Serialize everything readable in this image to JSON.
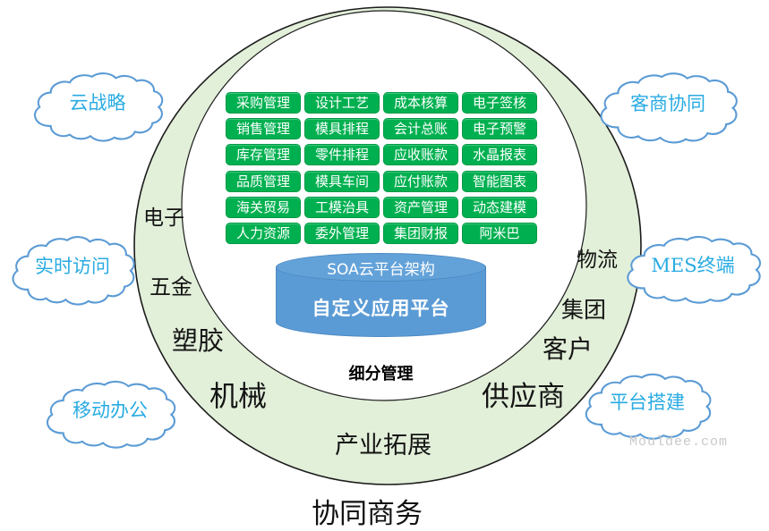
{
  "diagram_title": "协同商务",
  "watermark": "Mouldee.com",
  "platform": {
    "architecture": "SOA云平台架构",
    "name": "自定义应用平台",
    "caption": "细分管理"
  },
  "modules": [
    "采购管理",
    "设计工艺",
    "成本核算",
    "电子签核",
    "销售管理",
    "模具排程",
    "会计总账",
    "电子预警",
    "库存管理",
    "零件排程",
    "应收账款",
    "水晶报表",
    "品质管理",
    "模具车间",
    "应付账款",
    "智能图表",
    "海关贸易",
    "工模治具",
    "资产管理",
    "动态建模",
    "人力资源",
    "委外管理",
    "集团财报",
    "阿米巴"
  ],
  "ring_labels": [
    "电子",
    "五金",
    "塑胶",
    "机械",
    "产业拓展",
    "供应商",
    "客户",
    "集团",
    "物流"
  ],
  "clouds": [
    {
      "label": "云战略"
    },
    {
      "label": "客商协同"
    },
    {
      "label": "实时访问"
    },
    {
      "label": "MES终端"
    },
    {
      "label": "移动办公"
    },
    {
      "label": "平台搭建"
    }
  ],
  "colors": {
    "ring_fill": "#e2efd9",
    "module_green": "#00b050",
    "cylinder_blue": "#5b9bd5",
    "cloud_stroke": "#5b9bd5",
    "cloud_text": "#29abe2"
  }
}
